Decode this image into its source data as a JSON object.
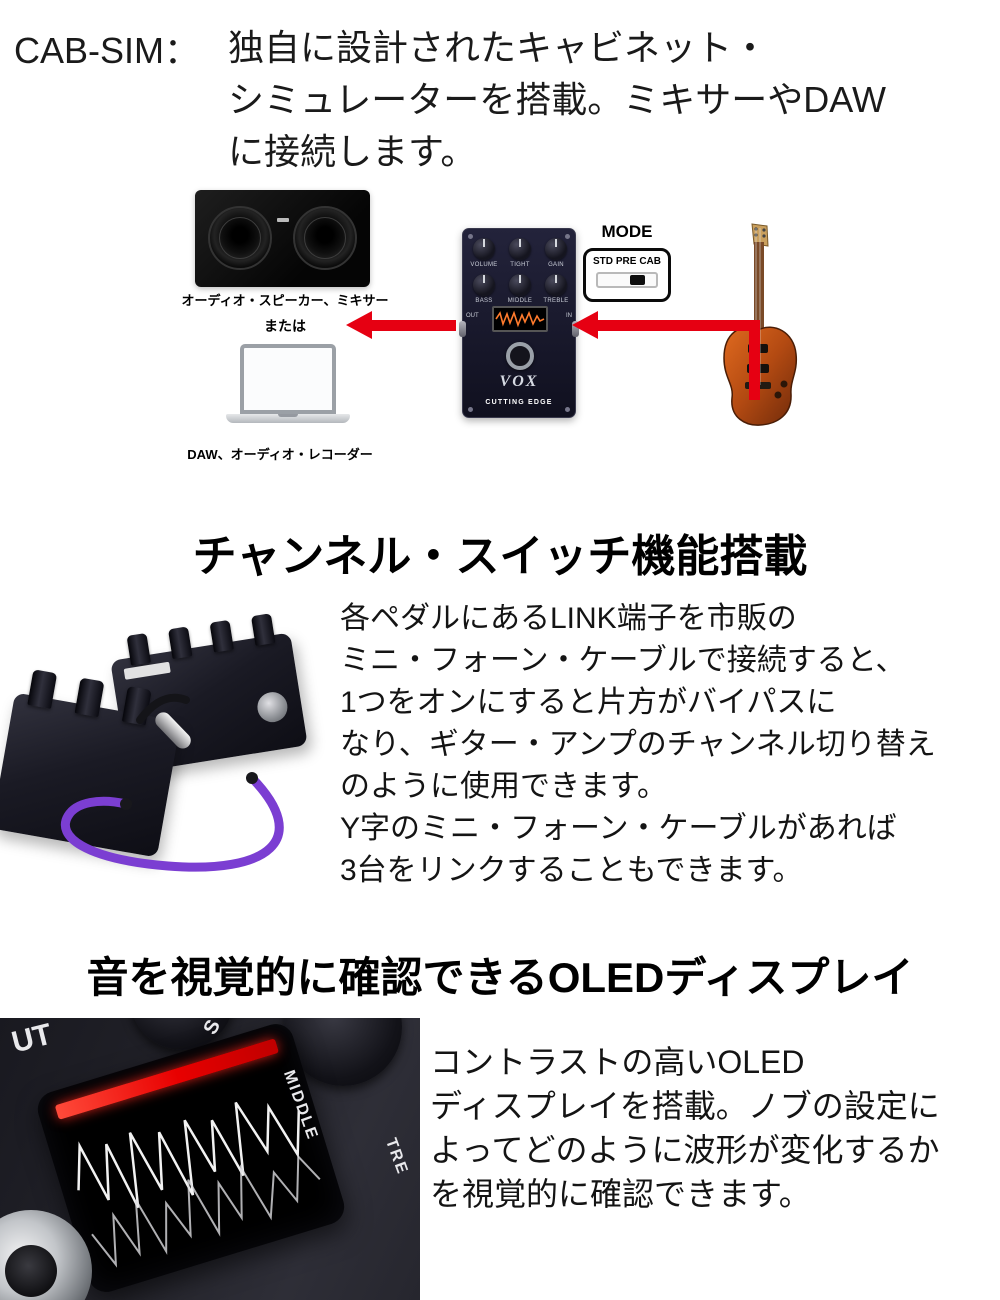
{
  "intro": {
    "label": "CAB-SIM：",
    "text": "独自に設計されたキャビネット・\nシミュレーターを搭載。ミキサーやDAW\nに接続します。"
  },
  "diagram": {
    "speaker_label": "オーディオ・スピーカー、ミキサー",
    "or_label": "または",
    "daw_label": "DAW、オーディオ・レコーダー",
    "mode": {
      "title": "MODE",
      "options": [
        "STD",
        "PRE",
        "CAB"
      ]
    },
    "pedal": {
      "knobs_row1": [
        "VOLUME",
        "TIGHT",
        "GAIN"
      ],
      "knobs_row2": [
        "BASS",
        "MIDDLE",
        "TREBLE"
      ],
      "out_label": "OUT",
      "in_label": "IN",
      "brand": "VOX",
      "model": "CUTTING EDGE"
    }
  },
  "channel_section": {
    "heading": "チャンネル・スイッチ機能搭載",
    "body": "各ペダルにあるLINK端子を市販の\nミニ・フォーン・ケーブルで接続すると、\n1つをオンにすると片方がバイパスに\nなり、ギター・アンプのチャンネル切り替え\nのように使用できます。\nY字のミニ・フォーン・ケーブルがあれば\n3台をリンクすることもできます。"
  },
  "oled_section": {
    "heading": "音を視覚的に確認できるOLEDディスプレイ",
    "body": "コントラストの高いOLED\nディスプレイを搭載。ノブの設定に\nよってどのように波形が変化するか\nを視覚的に確認できます。",
    "panel_labels": {
      "output_partial": "UT",
      "bass_partial": "S",
      "middle": "MIDDLE",
      "treble_partial": "TRE"
    }
  },
  "colors": {
    "arrow_red": "#e60012",
    "cable_purple": "#7b3ed2",
    "display_red": "#ff1f1f",
    "waveform_orange": "#ff7b2d"
  }
}
